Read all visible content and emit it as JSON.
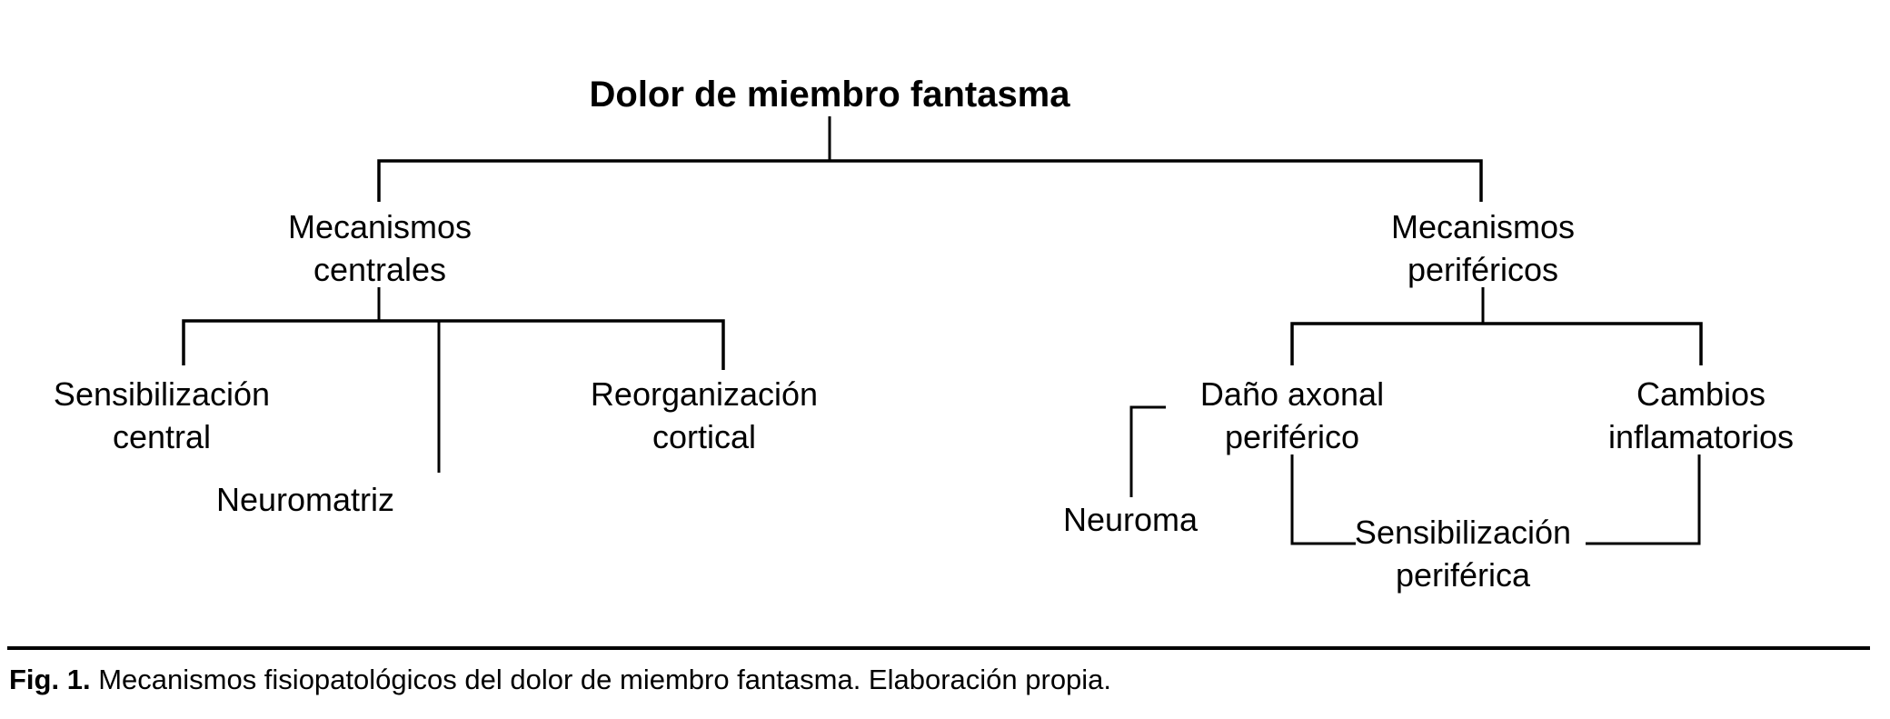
{
  "figure": {
    "type": "tree-diagram",
    "background_color": "#ffffff",
    "line_color": "#000000",
    "text_color": "#000000"
  },
  "tree": {
    "root": {
      "label": "Dolor de miembro fantasma"
    },
    "central": {
      "line1": "Mecanismos",
      "line2": "centrales"
    },
    "peripheral": {
      "line1": "Mecanismos",
      "line2": "periféricos"
    },
    "sens_central": {
      "line1": "Sensibilización",
      "line2": "central"
    },
    "neuromatriz": {
      "line1": "Neuromatriz"
    },
    "reorg": {
      "line1": "Reorganización",
      "line2": "cortical"
    },
    "dano": {
      "line1": "Daño axonal",
      "line2": "periférico"
    },
    "cambios": {
      "line1": "Cambios",
      "line2": "inflamatorios"
    },
    "neuroma": {
      "line1": "Neuroma"
    },
    "sens_perif": {
      "line1": "Sensibilización",
      "line2": "periférica"
    }
  },
  "caption": {
    "label": "Fig. 1.",
    "text": " Mecanismos fisiopatológicos del dolor de miembro fantasma. Elaboración propia."
  }
}
